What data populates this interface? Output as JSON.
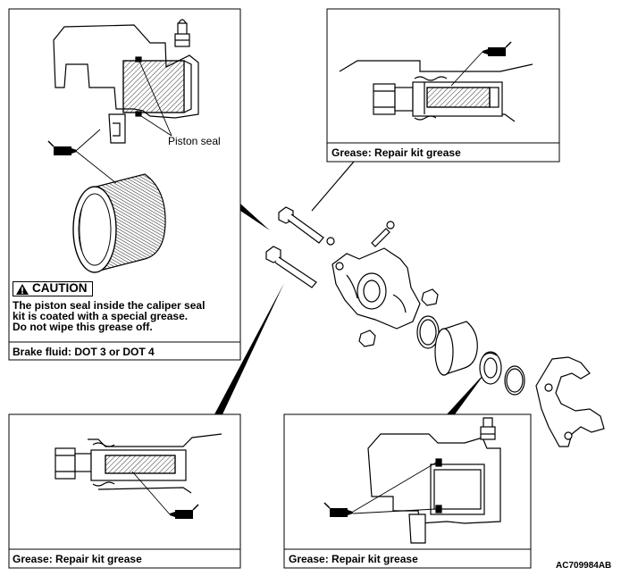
{
  "figure_id": "AC709984AB",
  "labels": {
    "piston_seal": "Piston seal",
    "brake_fluid": "Brake fluid: DOT 3 or DOT 4",
    "grease_top_right": "Grease: Repair kit grease",
    "grease_bottom_left": "Grease: Repair kit grease",
    "grease_bottom_right": "Grease: Repair kit grease"
  },
  "caution": {
    "title": "CAUTION",
    "lines": [
      "The piston seal inside the caliper seal",
      "kit is coated with a special grease.",
      "Do not wipe this grease off."
    ]
  }
}
